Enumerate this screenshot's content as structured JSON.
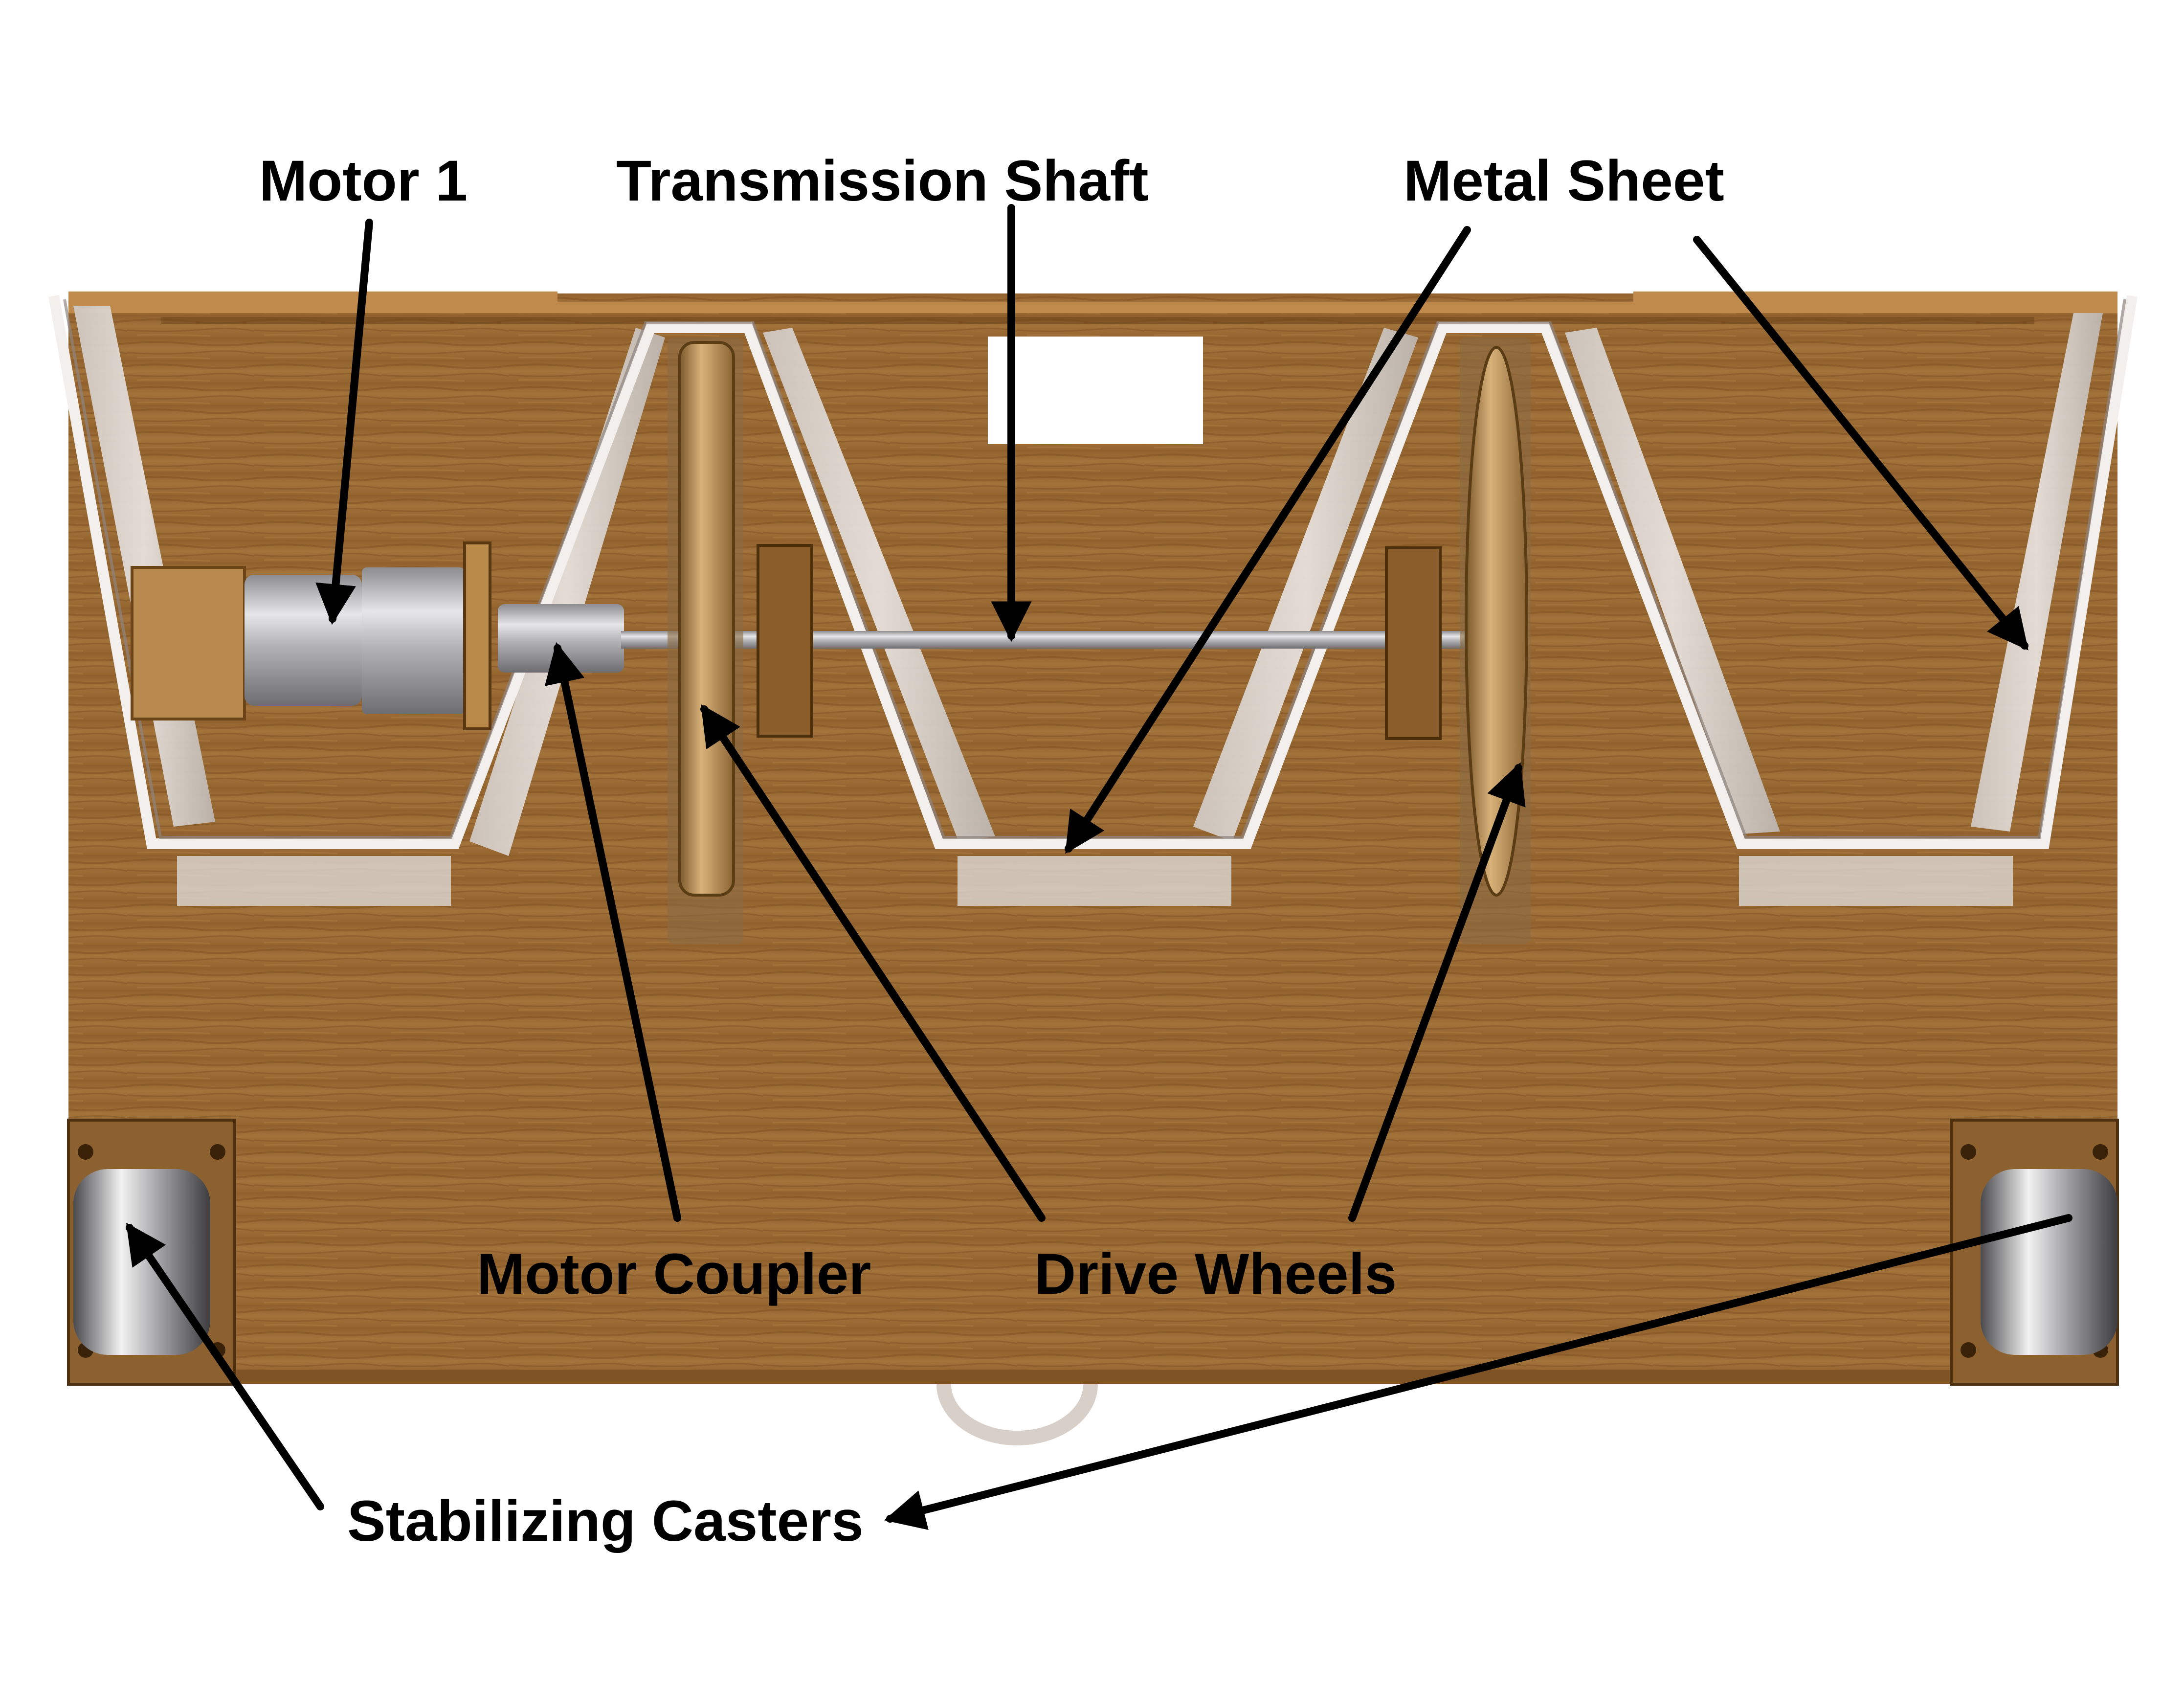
{
  "labels": {
    "motor_1": "Motor 1",
    "transmission_shaft": "Transmission Shaft",
    "metal_sheet": "Metal Sheet",
    "motor_coupler": "Motor Coupler",
    "drive_wheels": "Drive Wheels",
    "stabilizing_casters": "Stabilizing Casters"
  },
  "colors": {
    "wood": "#9a6a34",
    "wood_dark": "#7a4f22",
    "metal_sheet": "#d9d2cc",
    "metal_edge": "#ffffff",
    "steel": "#b9b9bb",
    "arrow": "#000000",
    "background": "#ffffff"
  }
}
